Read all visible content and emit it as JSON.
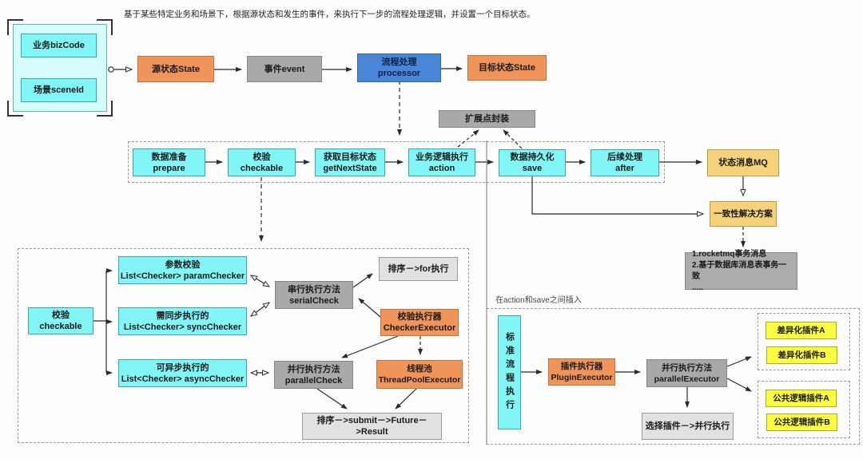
{
  "title": "基于某些特定业务和场景下，根据源状态和发生的事件，来执行下一步的流程处理逻辑，并设置一个目标状态。",
  "colors": {
    "cyan": "#82F6F6",
    "cyan_light": "#d6fbfb",
    "orange": "#F0945A",
    "blue": "#4A86D8",
    "gray": "#A9A9A9",
    "note_gray": "#E1E1E1",
    "amber": "#F6D27A",
    "yellow": "#FBFB3F"
  },
  "top_flow": {
    "context": {
      "biz": "业务bizCode",
      "scene": "场景sceneId"
    },
    "source_state": "源状态State",
    "event": "事件event",
    "processor": {
      "line1": "流程处理",
      "line2": "processor"
    },
    "target_state": "目标状态State",
    "extension_point": "扩展点封装"
  },
  "pipeline": {
    "steps": [
      {
        "line1": "数据准备",
        "line2": "prepare"
      },
      {
        "line1": "校验",
        "line2": "checkable"
      },
      {
        "line1": "获取目标状态",
        "line2": "getNextState"
      },
      {
        "line1": "业务逻辑执行",
        "line2": "action"
      },
      {
        "line1": "数据持久化",
        "line2": "save"
      },
      {
        "line1": "后续处理",
        "line2": "after"
      }
    ]
  },
  "mq": {
    "status_mq": "状态消息MQ",
    "consistency": "一致性解决方案",
    "notes": {
      "l1": "1.rocketmq事务消息",
      "l2": "2.基于数据库消息表事务一致",
      "l3": "....."
    }
  },
  "check_detail": {
    "checkable": {
      "line1": "校验",
      "line2": "checkable"
    },
    "param_checker": {
      "line1": "参数校验",
      "line2": "List<Checker> paramChecker"
    },
    "sync_checker": {
      "line1": "需同步执行的",
      "line2": "List<Checker> syncChecker"
    },
    "async_checker": {
      "line1": "可异步执行的",
      "line2": "List<Checker> asyncChecker"
    },
    "serial_check": {
      "line1": "串行执行方法",
      "line2": "serialCheck"
    },
    "for_note": "排序－>for执行",
    "checker_executor": {
      "line1": "校验执行器",
      "line2": "CheckerExecutor"
    },
    "parallel_check": {
      "line1": "并行执行方法",
      "line2": "parallelCheck"
    },
    "thread_pool": {
      "line1": "线程池",
      "line2": "ThreadPoolExecutor"
    },
    "submit_note": "排序－>submit－>Future－>Result"
  },
  "plugin_detail": {
    "insert_note": "在action和save之间插入",
    "standard_flow": "标准流程执行",
    "plugin_executor": {
      "line1": "插件执行器",
      "line2": "PluginExecutor"
    },
    "parallel_executor": {
      "line1": "并行执行方法",
      "line2": "parallelExecutor"
    },
    "select_note": "选择插件－>并行执行",
    "diff_plugin_a": "差异化插件A",
    "diff_plugin_b": "差异化插件B",
    "common_plugin_a": "公共逻辑插件A",
    "common_plugin_b": "公共逻辑插件B"
  }
}
